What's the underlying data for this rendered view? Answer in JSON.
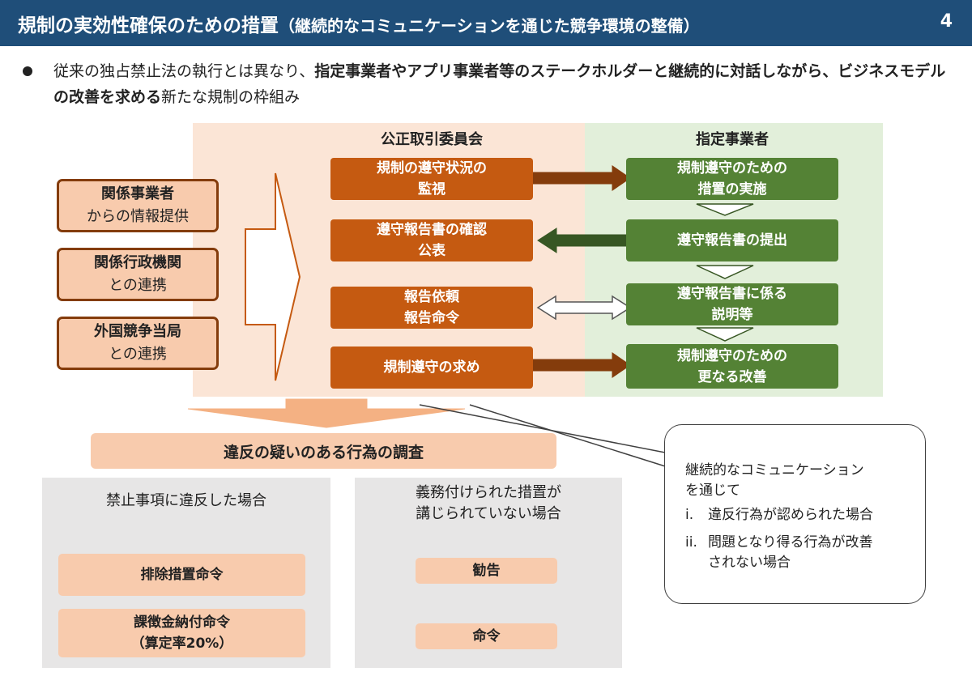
{
  "header": {
    "title": "規制の実効性確保のための措置",
    "subtitle": "（継続的なコミュニケーションを通じた競争環境の整備）",
    "page_number": "4"
  },
  "bullet": {
    "text_normal_1": "従来の独占禁止法の執行とは異なり、",
    "text_bold": "指定事業者やアプリ事業者等のステークホルダーと継続的に対話しながら、ビジネスモデルの改善を求める",
    "text_normal_2": "新たな規制の枠組み"
  },
  "sources": [
    {
      "bold": "関係事業者",
      "normal": "からの情報提供"
    },
    {
      "bold": "関係行政機関",
      "normal": "との連携"
    },
    {
      "bold": "外国競争当局",
      "normal": "との連携"
    }
  ],
  "ftc": {
    "title": "公正取引委員会",
    "boxes": [
      "規制の遵守状況の\n監視",
      "遵守報告書の確認\n公表",
      "報告依頼\n報告命令",
      "規制遵守の求め"
    ]
  },
  "designated": {
    "title": "指定事業者",
    "boxes": [
      "規制遵守のための\n措置の実施",
      "遵守報告書の提出",
      "遵守報告書に係る\n説明等",
      "規制遵守のための\n更なる改善"
    ]
  },
  "investigation": "違反の疑いのある行為の調査",
  "left_branch": {
    "heading": "禁止事項に違反した場合",
    "box1": "排除措置命令",
    "box2": "課徴金納付命令\n（算定率20%）"
  },
  "mid_branch": {
    "heading": "義務付けられた措置が\n講じられていない場合",
    "box1": "勧告",
    "box2": "命令"
  },
  "callout": {
    "intro": "継続的なコミュニケーション\nを通じて",
    "items": [
      {
        "num": "i.",
        "text": "違反行為が認められた場合"
      },
      {
        "num": "ii.",
        "text": "問題となり得る行為が改善\nされない場合"
      }
    ]
  },
  "colors": {
    "header_bg": "#1f4e79",
    "ftc_box": "#c55a11",
    "designated_box": "#548235",
    "ftc_bg": "#fbe5d6",
    "designated_bg": "#e2efda",
    "salmon": "#f8cbad",
    "grey": "#e7e6e6"
  }
}
